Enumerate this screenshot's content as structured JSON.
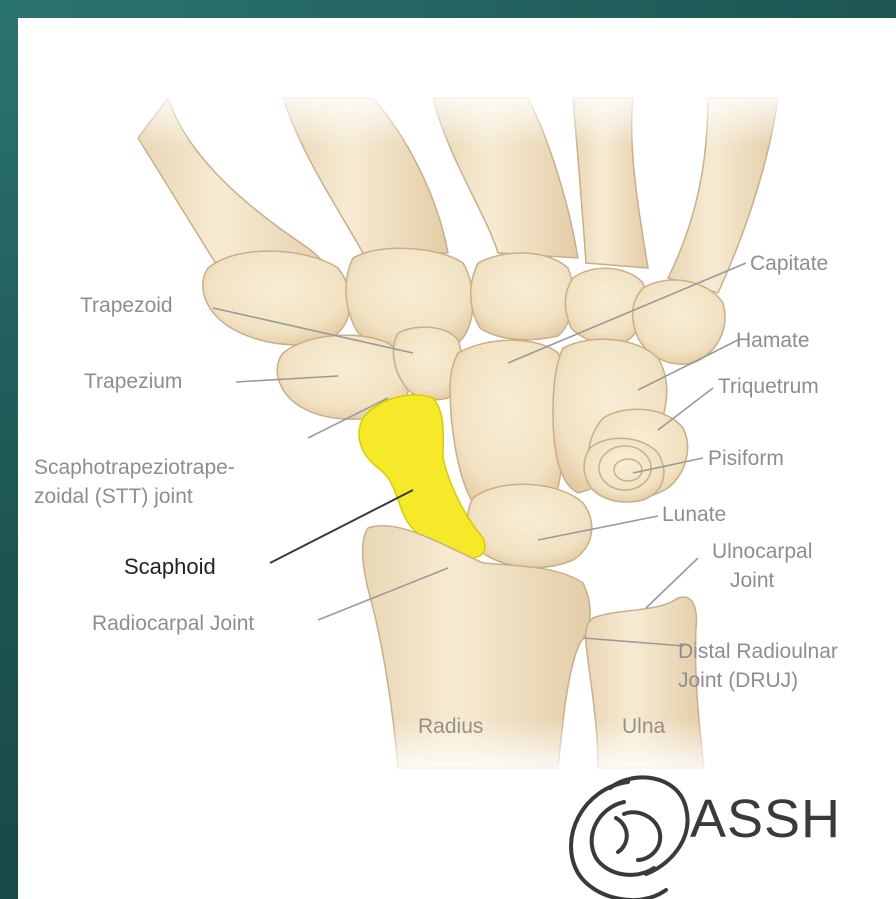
{
  "labels": {
    "trapezoid": "Trapezoid",
    "trapezium": "Trapezium",
    "stt_line1": "Scaphotrapeziotrape-",
    "stt_line2": "zoidal (STT) joint",
    "scaphoid": "Scaphoid",
    "radiocarpal": "Radiocarpal Joint",
    "capitate": "Capitate",
    "hamate": "Hamate",
    "triquetrum": "Triquetrum",
    "pisiform": "Pisiform",
    "lunate": "Lunate",
    "ulnocarpal_line1": "Ulnocarpal",
    "ulnocarpal_line2": "Joint",
    "druj_line1": "Distal Radioulnar",
    "druj_line2": "Joint (DRUJ)",
    "radius": "Radius",
    "ulna": "Ulna"
  },
  "logo": {
    "text": "ASSH"
  },
  "colors": {
    "bone": "#f3e6c8",
    "bone_shadow": "#e2c9a4",
    "highlight": "#f5e92a",
    "frame": "#1f5f5c"
  }
}
